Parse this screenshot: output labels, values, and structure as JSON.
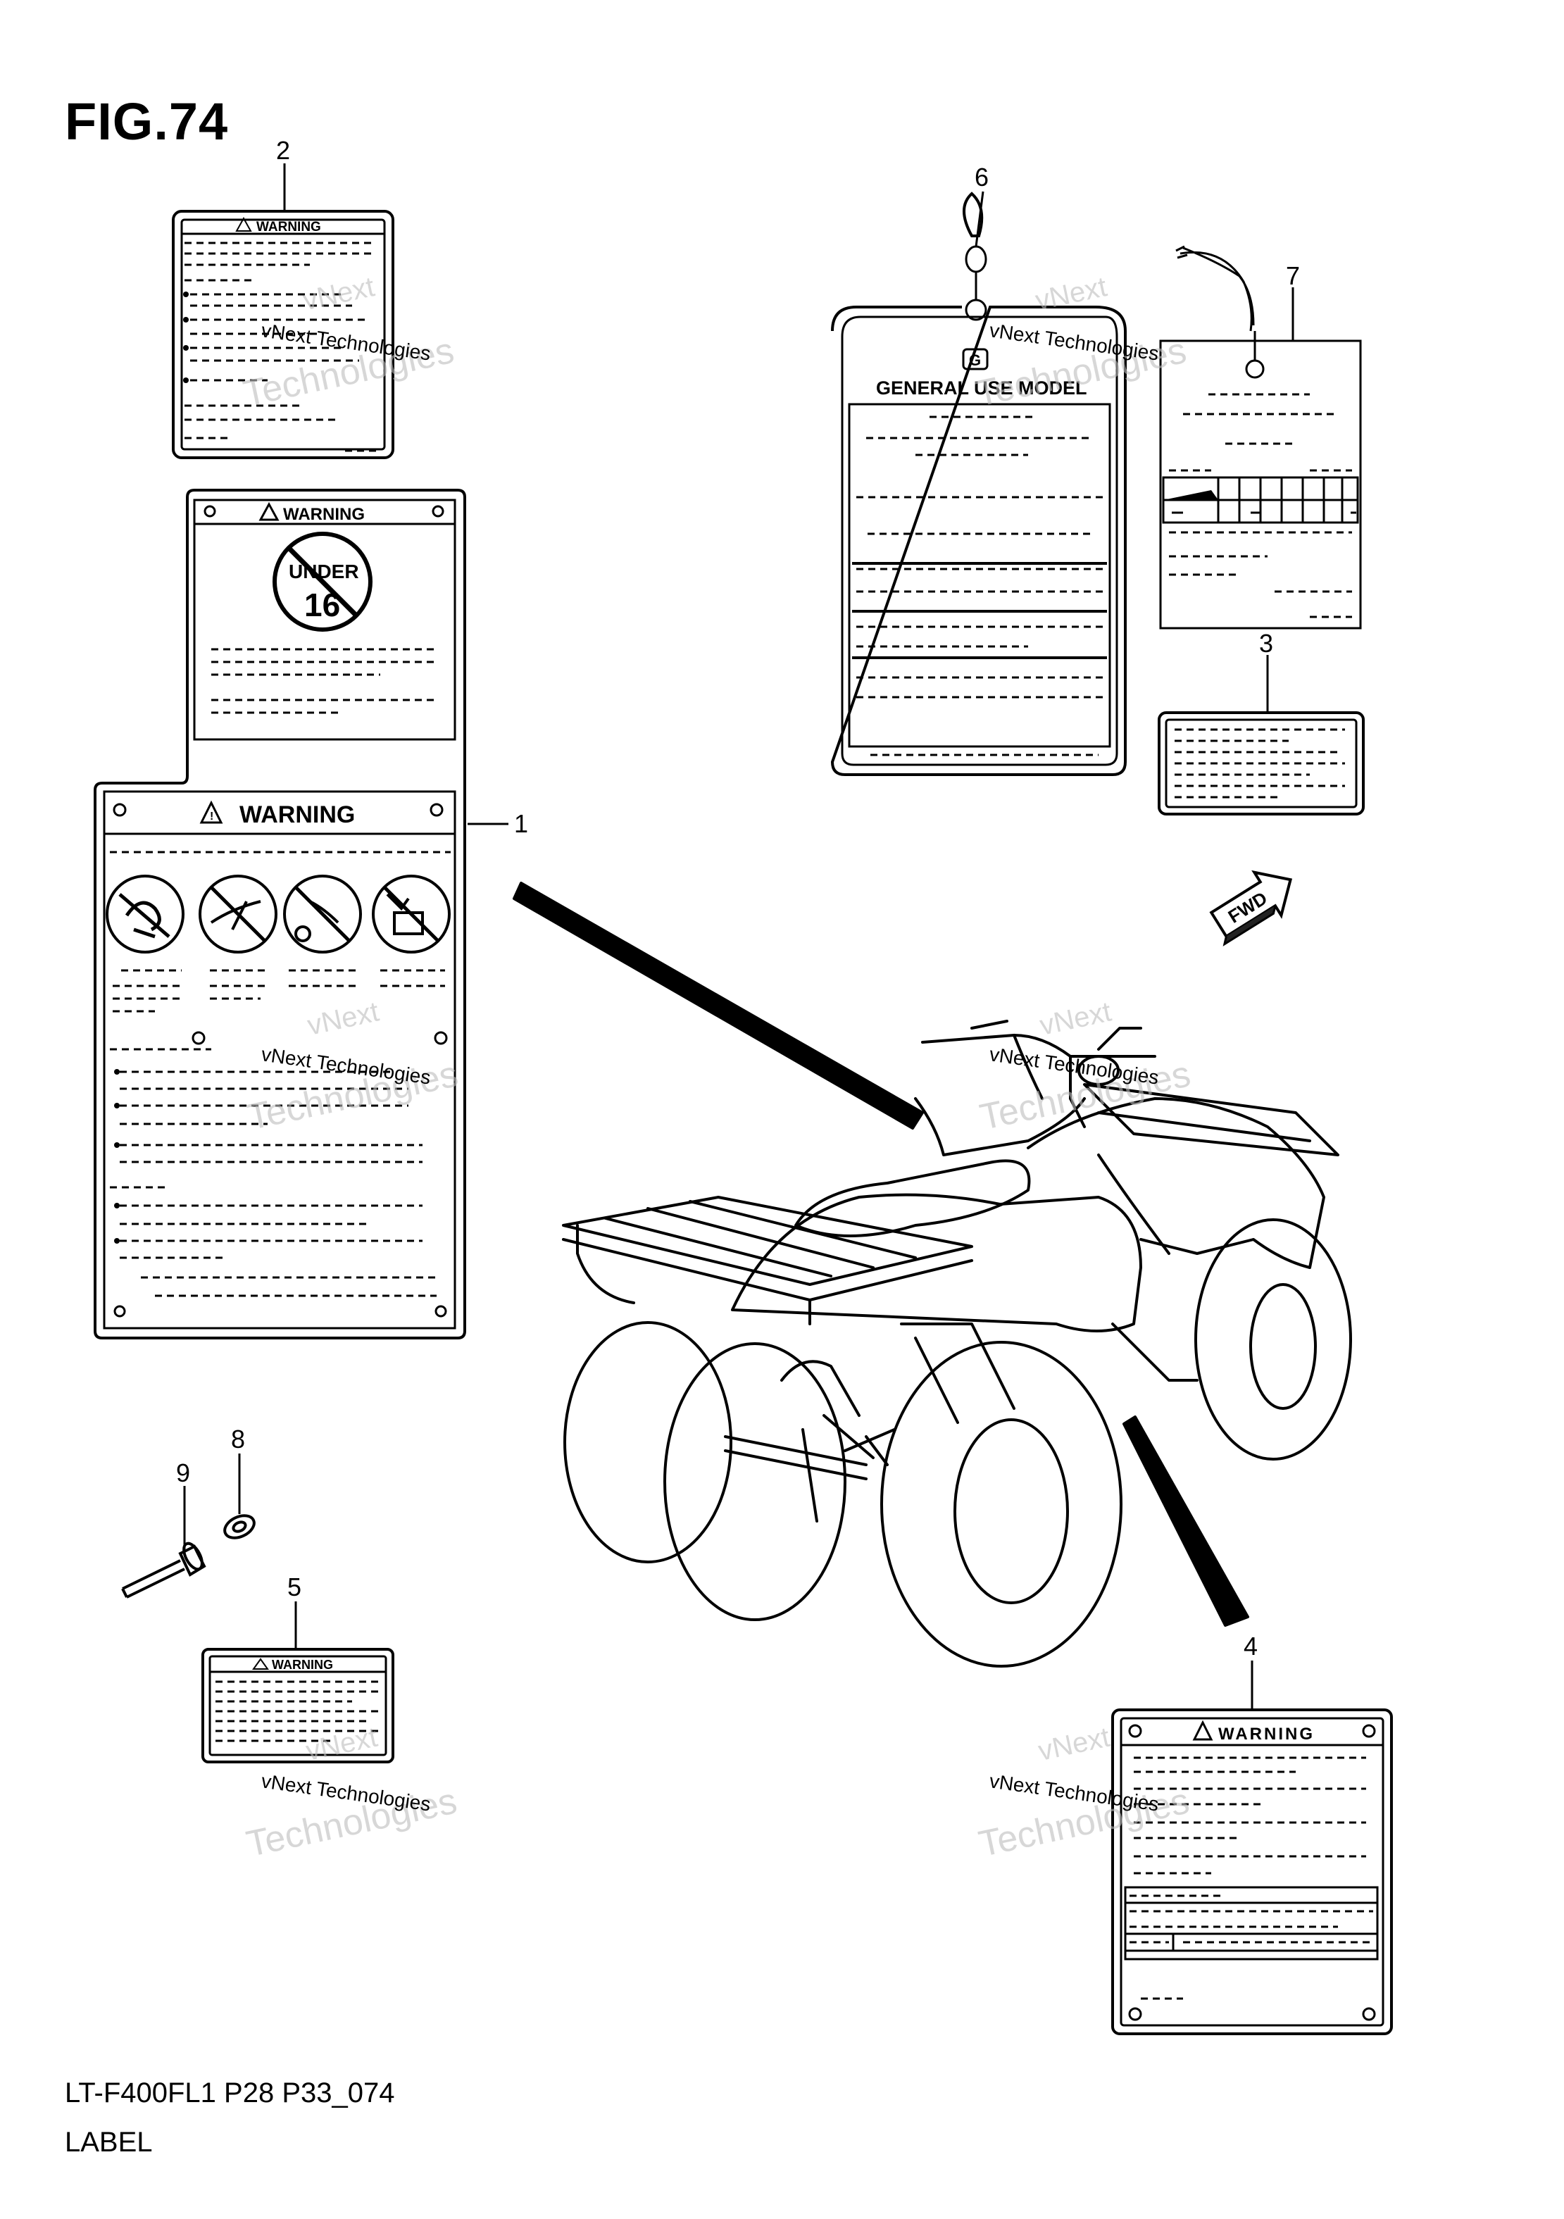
{
  "figure": {
    "title": "FIG.74",
    "model_code": "LT-F400FL1 P28 P33_074",
    "caption": "LABEL"
  },
  "callouts": [
    "1",
    "2",
    "3",
    "4",
    "5",
    "6",
    "7",
    "8",
    "9"
  ],
  "labels": {
    "warning": "WARNING",
    "under": "UNDER",
    "age": "16",
    "general_use_model": "GENERAL USE MODEL",
    "tag_letter": "G",
    "fwd": "FWD"
  },
  "watermark": {
    "line1": "vNext Technologies",
    "line2_a": "vNext",
    "line2_b": "Technologies"
  },
  "colors": {
    "ink": "#000000",
    "paper": "#ffffff",
    "watermark": "#cfcfcf"
  }
}
